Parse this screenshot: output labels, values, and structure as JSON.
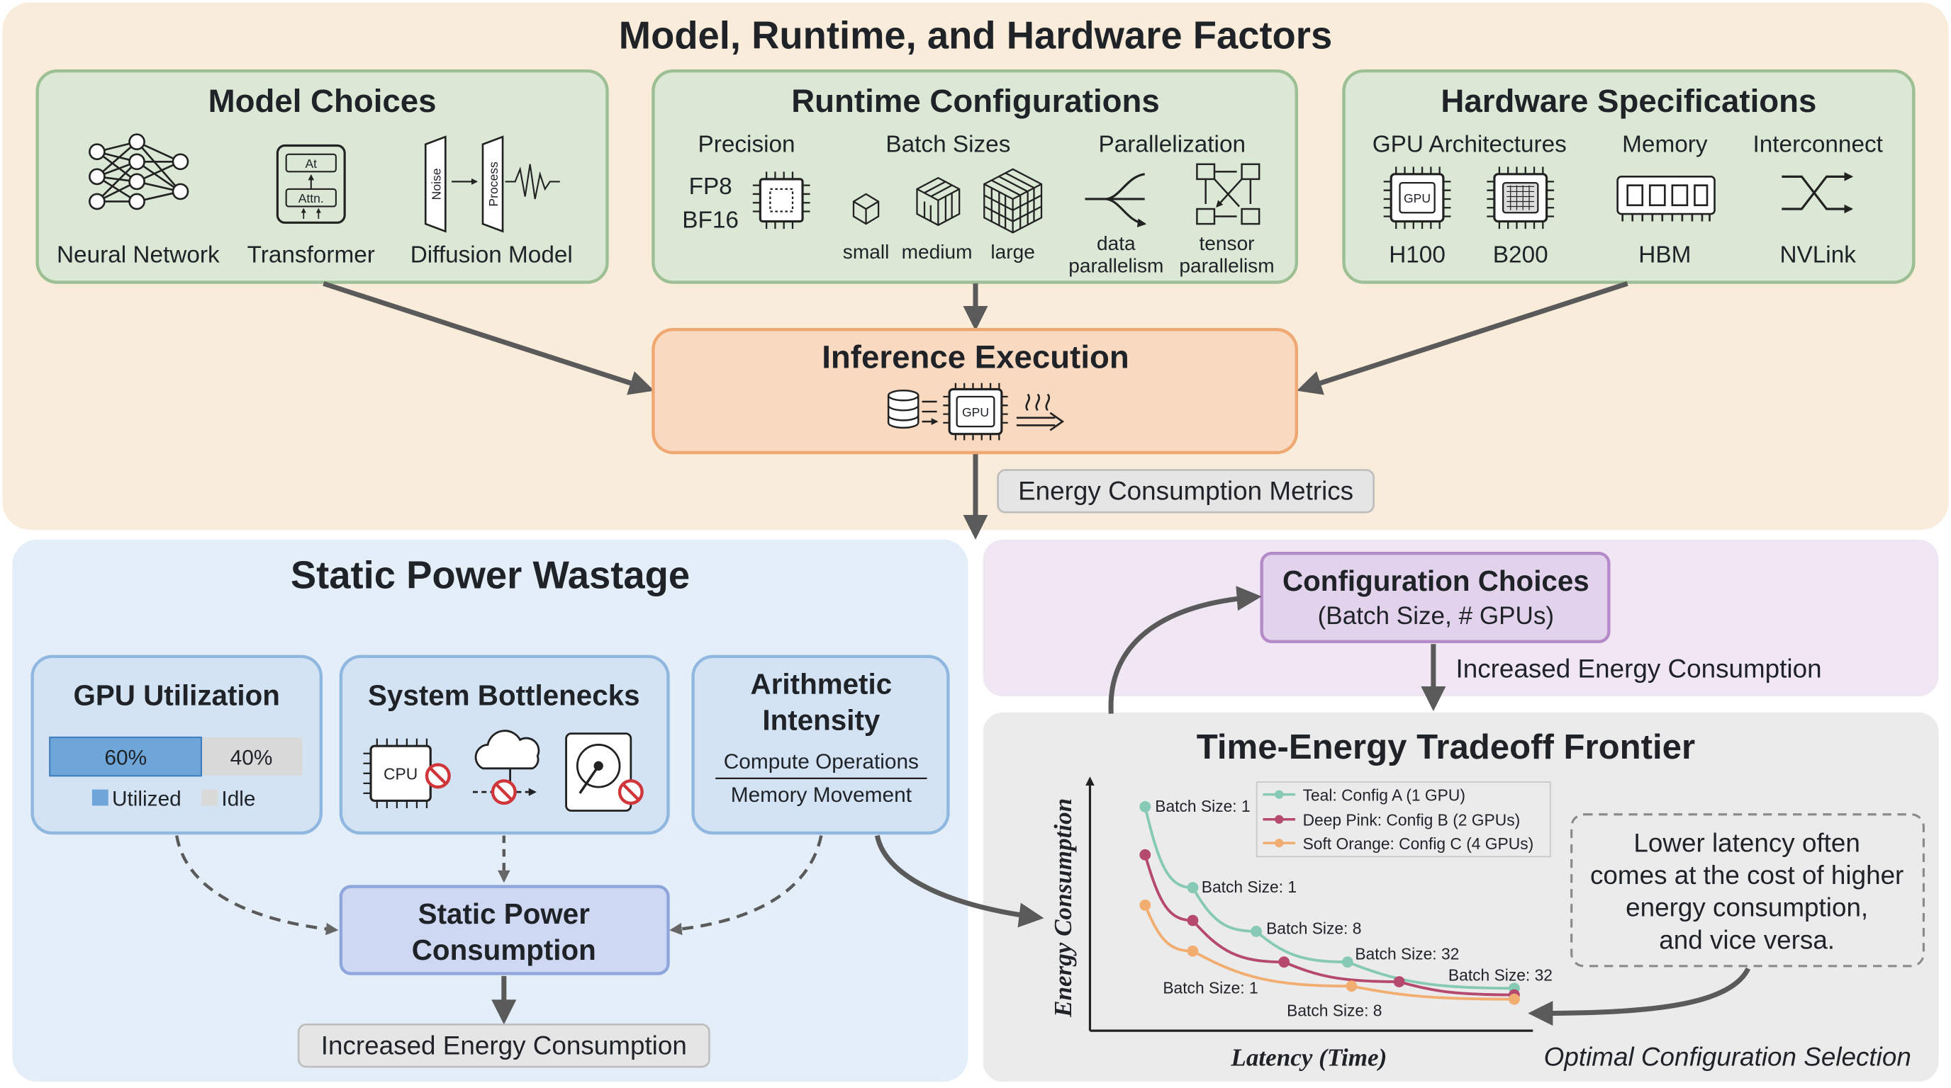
{
  "top": {
    "title": "Model, Runtime, and Hardware Factors",
    "model": {
      "title": "Model Choices",
      "items": [
        "Neural Network",
        "Transformer",
        "Diffusion Model"
      ],
      "transformer_icon": {
        "top": "At",
        "bottom": "Attn."
      },
      "diffusion_icon": {
        "left": "Noise",
        "right": "Process"
      }
    },
    "runtime": {
      "title": "Runtime Configurations",
      "precision": {
        "label": "Precision",
        "values": [
          "FP8",
          "BF16"
        ]
      },
      "batch": {
        "label": "Batch Sizes",
        "sizes": [
          "small",
          "medium",
          "large"
        ]
      },
      "parallel": {
        "label": "Parallelization",
        "data": [
          "data",
          "parallelism"
        ],
        "tensor": [
          "tensor",
          "parallelism"
        ]
      }
    },
    "hardware": {
      "title": "Hardware Specifications",
      "gpu_arch": {
        "label": "GPU Architectures",
        "items": [
          "H100",
          "B200"
        ],
        "chip_text": "GPU"
      },
      "memory": {
        "label": "Memory",
        "item": "HBM"
      },
      "interconnect": {
        "label": "Interconnect",
        "item": "NVLink"
      }
    }
  },
  "inference": {
    "title": "Inference Execution",
    "chip_text": "GPU"
  },
  "metrics_label": "Energy Consumption Metrics",
  "static": {
    "title": "Static Power Wastage",
    "gpu_util": {
      "title": "GPU Utilization",
      "utilized_pct": "60%",
      "idle_pct": "40%",
      "utilized_fraction": 0.6,
      "legend_utilized": "Utilized",
      "legend_idle": "Idle"
    },
    "bottlenecks": {
      "title": "System Bottlenecks",
      "cpu_text": "CPU"
    },
    "arith": {
      "title_line1": "Arithmetic",
      "title_line2": "Intensity",
      "numerator": "Compute Operations",
      "denominator": "Memory Movement"
    },
    "consumption": {
      "line1": "Static Power",
      "line2": "Consumption"
    },
    "result": "Increased Energy Consumption"
  },
  "config": {
    "title": "Configuration Choices",
    "subtitle": "(Batch Size, # GPUs)",
    "arrow_label": "Increased Energy Consumption"
  },
  "tradeoff": {
    "title": "Time-Energy Tradeoff Frontier",
    "note": [
      "Lower latency often",
      "comes at the cost of higher",
      "energy consumption,",
      "and vice versa."
    ],
    "bottom_label": "Optimal Configuration Selection"
  },
  "colors": {
    "teal": "#86c9b4",
    "pink": "#b54a6e",
    "orange": "#f2ad70",
    "title_gold": "#b08a4e",
    "green_box": "#dbe8d5",
    "blue_box": "#d3e3f4",
    "lavender": "#e2d2ec"
  },
  "chart_data": {
    "type": "line",
    "xlabel": "Latency (Time)",
    "ylabel": "Energy Consumption",
    "grid": false,
    "legend_position": "top-right",
    "x_range": [
      0,
      100
    ],
    "y_range": [
      0,
      100
    ],
    "series": [
      {
        "name": "Teal: Config A (1 GPU)",
        "color": "#86c9b4",
        "points": [
          {
            "x": 7,
            "y": 95,
            "label": "Batch Size: 1"
          },
          {
            "x": 19,
            "y": 58,
            "label": "Batch Size: 1"
          },
          {
            "x": 35,
            "y": 38,
            "label": "Batch Size: 8"
          },
          {
            "x": 58,
            "y": 24,
            "label": "Batch Size: 32"
          },
          {
            "x": 100,
            "y": 12,
            "label": "Batch Size: 32"
          }
        ]
      },
      {
        "name": "Deep Pink: Config B (2 GPUs)",
        "color": "#b54a6e",
        "points": [
          {
            "x": 7,
            "y": 73,
            "label": ""
          },
          {
            "x": 19,
            "y": 43,
            "label": ""
          },
          {
            "x": 42,
            "y": 24,
            "label": ""
          },
          {
            "x": 71,
            "y": 15,
            "label": ""
          },
          {
            "x": 100,
            "y": 9,
            "label": ""
          }
        ]
      },
      {
        "name": "Soft Orange: Config C (4 GPUs)",
        "color": "#f2ad70",
        "points": [
          {
            "x": 7,
            "y": 50,
            "label": ""
          },
          {
            "x": 19,
            "y": 29,
            "label": "Batch Size: 1"
          },
          {
            "x": 59,
            "y": 13,
            "label": "Batch Size: 8"
          },
          {
            "x": 100,
            "y": 7,
            "label": ""
          }
        ]
      }
    ]
  }
}
